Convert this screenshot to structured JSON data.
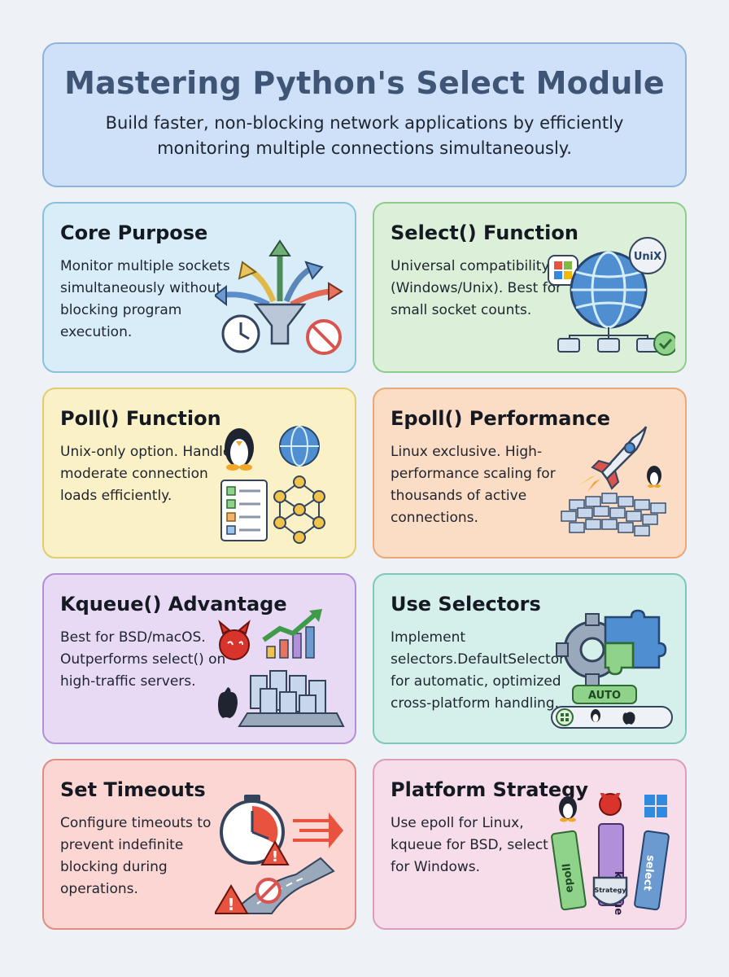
{
  "header": {
    "title": "Mastering Python's Select Module",
    "subtitle": "Build faster, non-blocking network applications by efficiently monitoring multiple connections simultaneously."
  },
  "cards": [
    {
      "title": "Core Purpose",
      "text": "Monitor multiple sockets simultaneously without blocking program execution.",
      "color": "#d8edf7",
      "icon": "funnel-arrows-icon"
    },
    {
      "title": "Select() Function",
      "text": "Universal compatibility (Windows/Unix). Best for small socket counts.",
      "color": "#dcf0d9",
      "icon": "globe-network-icon",
      "badge": "UniX"
    },
    {
      "title": "Poll() Function",
      "text": "Unix-only option. Handles moderate connection loads efficiently.",
      "color": "#fbf1c6",
      "icon": "checklist-network-icon"
    },
    {
      "title": "Epoll() Performance",
      "text": "Linux exclusive. High-performance scaling for thousands of active connections.",
      "color": "#fbdcc4",
      "icon": "rocket-servers-icon"
    },
    {
      "title": "Kqueue() Advantage",
      "text": "Best for BSD/macOS. Outperforms select() on high-traffic servers.",
      "color": "#e8d9f4",
      "icon": "servers-chart-icon"
    },
    {
      "title": "Use Selectors",
      "text": "Implement selectors.DefaultSelector for automatic, optimized cross-platform handling.",
      "color": "#d5efeb",
      "icon": "gear-puzzle-icon",
      "badge": "AUTO"
    },
    {
      "title": "Set Timeouts",
      "text": "Configure timeouts to prevent indefinite blocking during operations.",
      "color": "#fbd6d2",
      "icon": "stopwatch-warning-icon"
    },
    {
      "title": "Platform Strategy",
      "text": "Use epoll for Linux, kqueue for BSD, select for Windows.",
      "color": "#f7dcea",
      "icon": "platform-strategy-icon",
      "labels": [
        "epoll",
        "kqueue",
        "select",
        "Strategy"
      ]
    }
  ]
}
